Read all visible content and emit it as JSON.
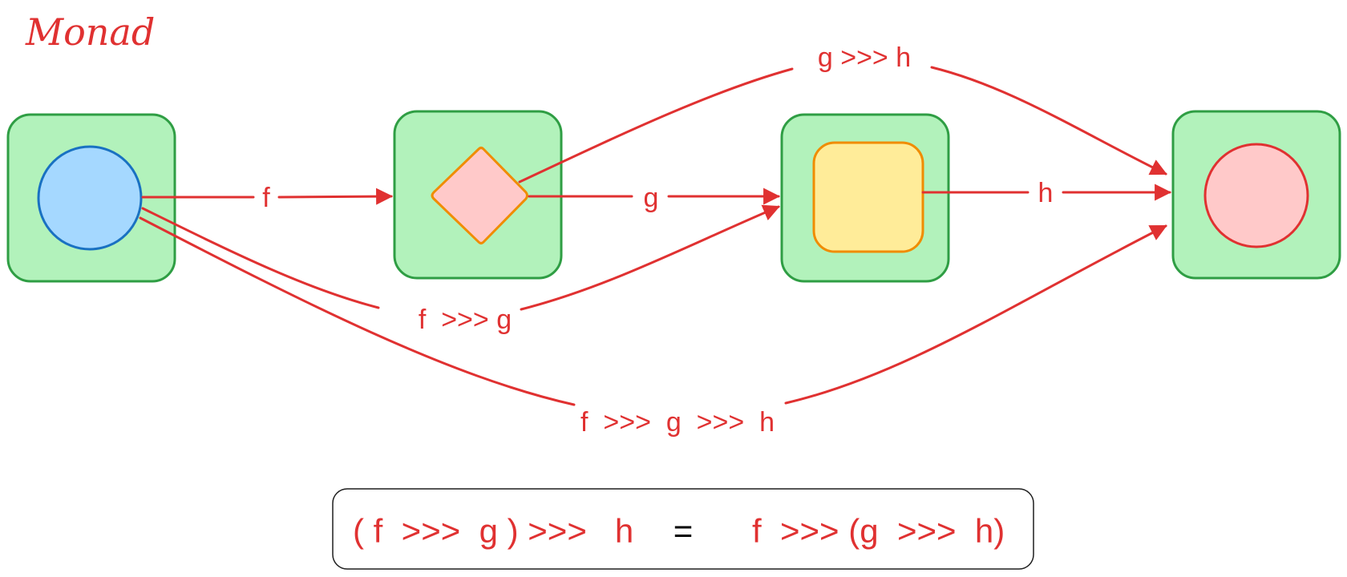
{
  "title": "Monad",
  "labels": {
    "f": "f",
    "g": "g",
    "h": "h",
    "f_g": "f  >>> g",
    "g_h": "g >>> h",
    "f_g_h": "f  >>>  g  >>>  h"
  },
  "equation": {
    "left": "( f  >>>  g ) >>>   h",
    "equals": "=",
    "right": "f  >>> (g  >>>  h)"
  },
  "colors": {
    "accent": "#e03131",
    "container_fill": "#b2f2bb",
    "container_stroke": "#2f9e44",
    "circle_blue_fill": "#a5d8ff",
    "circle_blue_stroke": "#1971c2",
    "diamond_fill": "#ffc9c9",
    "shape_orange_stroke": "#f08c00",
    "square_fill": "#ffec99",
    "circle_red_fill": "#ffc9c9",
    "equation_text": "#e03131",
    "equals_text": "#000000"
  },
  "icons": [
    "circle-shape",
    "diamond-shape",
    "rounded-square-shape",
    "circle-shape"
  ]
}
